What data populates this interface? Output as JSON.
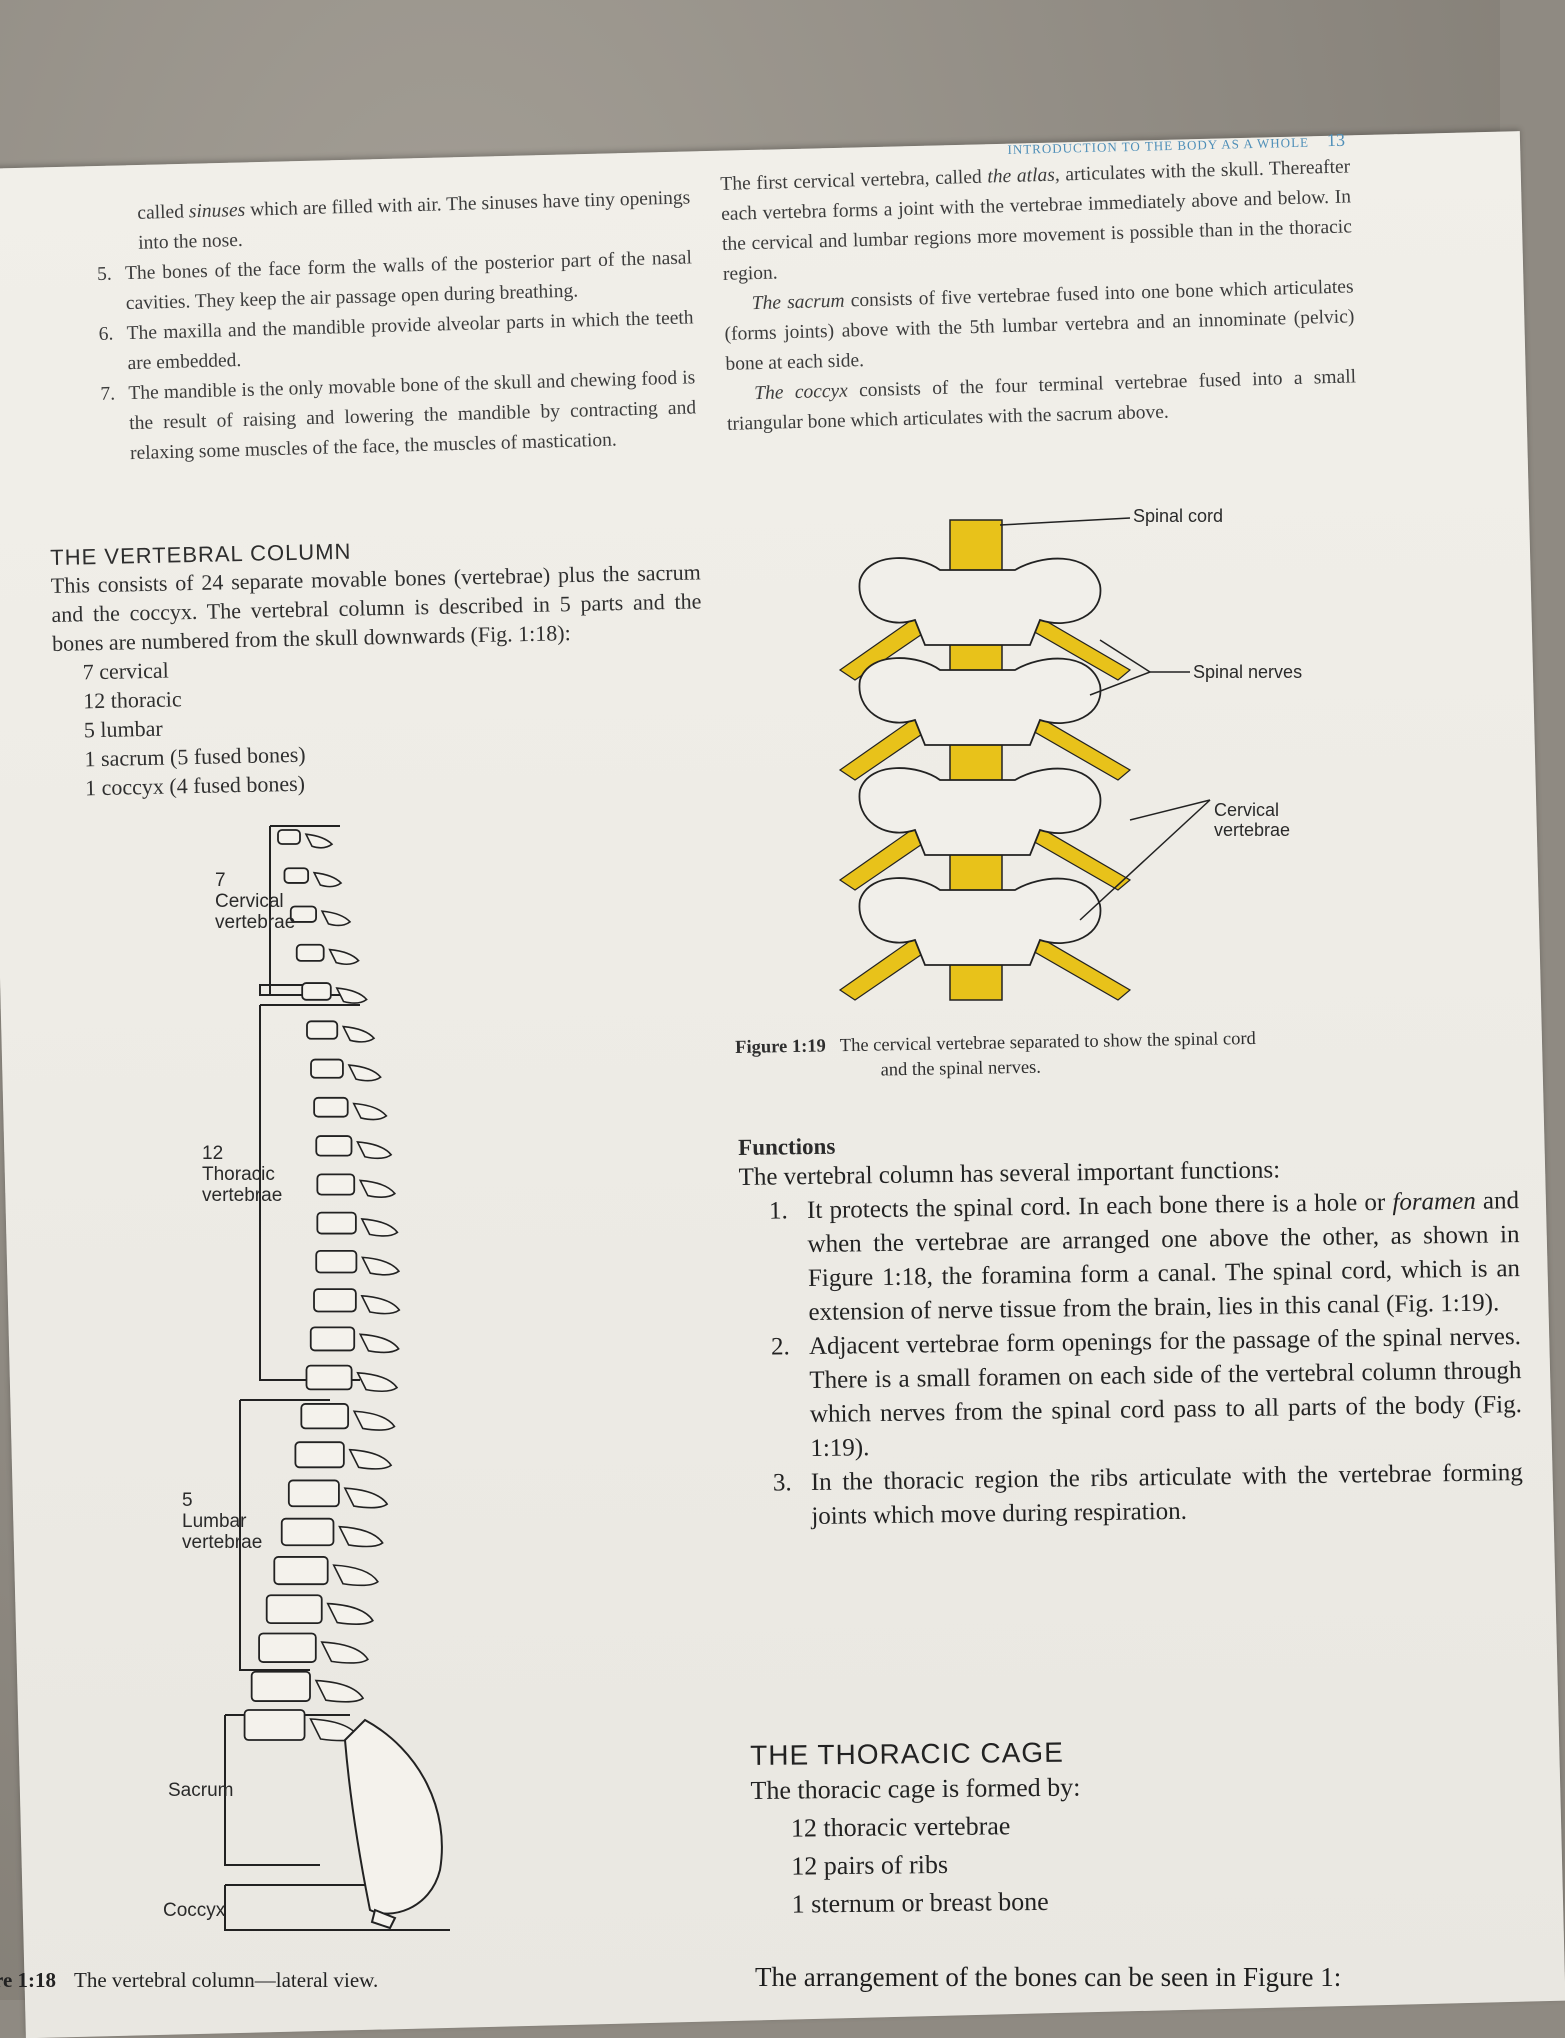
{
  "header": {
    "running_title": "INTRODUCTION TO THE BODY AS A WHOLE",
    "page_number": "13"
  },
  "left_top": {
    "p1a": "called",
    "p1b": "sinuses",
    "p1c": "which are filled with air. The sinuses have tiny openings into the nose.",
    "items": [
      {
        "n": "5.",
        "t": "The bones of the face form the walls of the posterior part of the nasal cavities. They keep the air passage open during breathing."
      },
      {
        "n": "6.",
        "t": "The maxilla and the mandible provide alveolar parts in which the teeth are embedded."
      },
      {
        "n": "7.",
        "t": "The mandible is the only movable bone of the skull and chewing food is the result of raising and lowering the mandible by contracting and relaxing some muscles of the face, the muscles of mastication."
      }
    ]
  },
  "right_top": {
    "p1a": "The first cervical vertebra, called",
    "p1b": "the atlas,",
    "p1c": "articulates with the skull. Thereafter each vertebra forms a joint with the vertebrae immediately above and below. In the cervical and lumbar regions more movement is possible than in the thoracic region.",
    "p2a": "The sacrum",
    "p2b": "consists of five vertebrae fused into one bone which articulates (forms joints) above with the 5th lumbar vertebra and an innominate (pelvic) bone at each side.",
    "p3a": "The coccyx",
    "p3b": "consists of the four terminal vertebrae fused into a small triangular bone which articulates with the sacrum above."
  },
  "vertebral_column": {
    "heading": "THE VERTEBRAL COLUMN",
    "intro": "This consists of 24 separate movable bones (vertebrae) plus the sacrum and the coccyx. The vertebral column is described in 5 parts and the bones are numbered from the skull downwards (Fig. 1:18):",
    "parts": [
      "7 cervical",
      "12 thoracic",
      "5 lumbar",
      "1 sacrum (5 fused bones)",
      "1 coccyx (4 fused bones)"
    ]
  },
  "figure_18": {
    "labels": {
      "cervical": [
        "7",
        "Cervical",
        "vertebrae"
      ],
      "thoracic": [
        "12",
        "Thoracic",
        "vertebrae"
      ],
      "lumbar": [
        "5",
        "Lumbar",
        "vertebrae"
      ],
      "sacrum": "Sacrum",
      "coccyx": "Coccyx"
    },
    "caption_num": "re 1:18",
    "caption_text": "The vertebral column—lateral view."
  },
  "figure_19": {
    "labels": {
      "spinal_cord": "Spinal cord",
      "spinal_nerves": "Spinal nerves",
      "cervical": [
        "Cervical",
        "vertebrae"
      ]
    },
    "caption_num": "Figure 1:19",
    "caption_l1": "The cervical vertebrae separated to show the spinal cord",
    "caption_l2": "and the spinal nerves."
  },
  "functions": {
    "heading": "Functions",
    "intro": "The vertebral column has several important functions:",
    "items": [
      {
        "n": "1.",
        "a": "It protects the spinal cord. In each bone there is a hole or",
        "b": "foramen",
        "c": "and when the vertebrae are arranged one above the other, as shown in Figure 1:18, the foramina form a canal. The spinal cord, which is an extension of nerve tissue from the brain, lies in this canal (Fig. 1:19)."
      },
      {
        "n": "2.",
        "a": "Adjacent vertebrae form openings for the passage of the spinal nerves. There is a small foramen on each side of the vertebral column through which nerves from the spinal cord pass to all parts of the body (Fig. 1:19).",
        "b": "",
        "c": ""
      },
      {
        "n": "3.",
        "a": "In the thoracic region the ribs articulate with the vertebrae forming joints which move during respiration.",
        "b": "",
        "c": ""
      }
    ]
  },
  "thoracic_cage": {
    "heading": "THE THORACIC CAGE",
    "intro": "The thoracic cage is formed by:",
    "list": [
      "12 thoracic vertebrae",
      "12 pairs of ribs",
      "1 sternum or breast bone"
    ],
    "last_line": "The arrangement of the bones can be seen in Figure 1:"
  },
  "colors": {
    "accent_blue": "#4f8fb8",
    "cord_yellow": "#e8c21a",
    "paper": "#eeece6"
  }
}
